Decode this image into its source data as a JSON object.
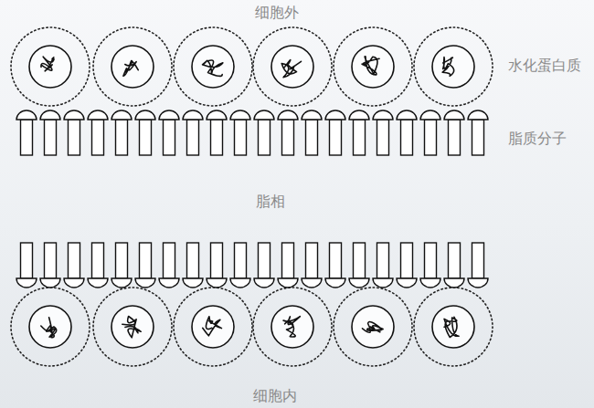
{
  "diagram": {
    "labels": [
      "细胞外",
      "水化蛋白质",
      "脂质分子",
      "脂相",
      "细胞内"
    ]
  }
}
